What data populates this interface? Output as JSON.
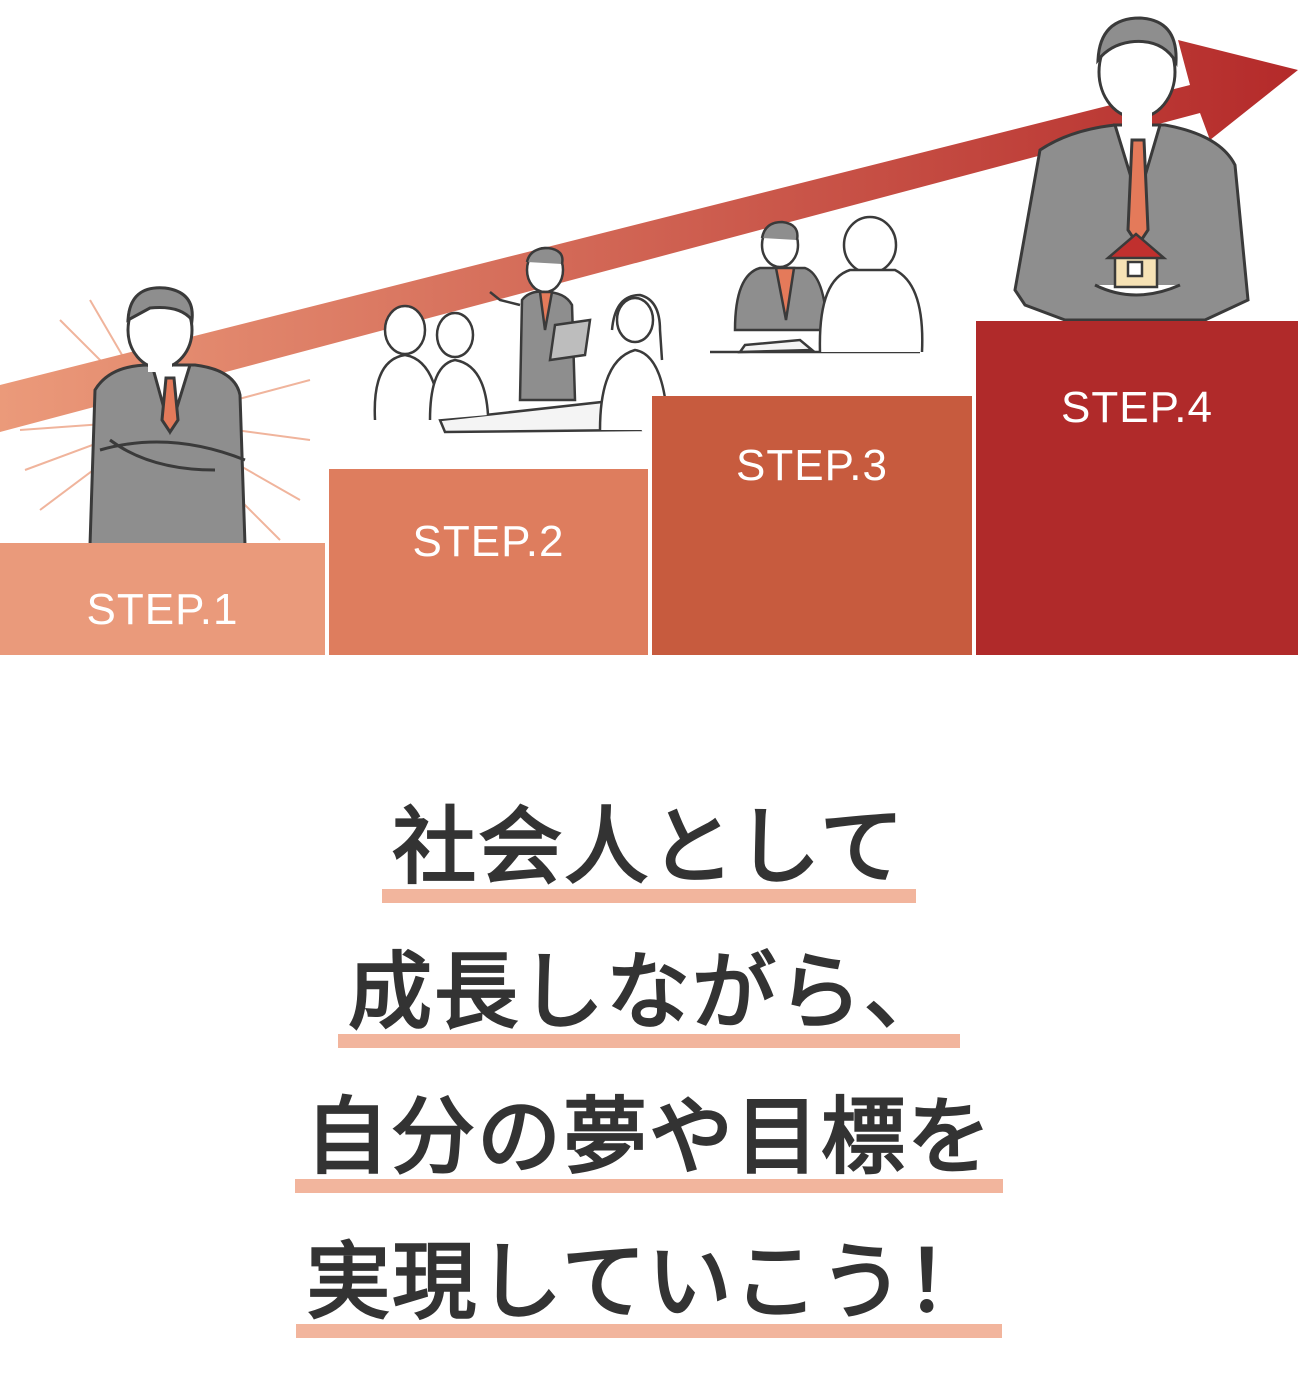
{
  "colors": {
    "step1": "#ea9a7b",
    "step2": "#de7d5e",
    "step3": "#c75b3e",
    "step4": "#b02a2a",
    "arrow_start": "#eb9a7a",
    "arrow_end": "#b42a2a",
    "text": "#333333",
    "underline": "#f2b59d"
  },
  "steps": [
    {
      "label": "STEP.1"
    },
    {
      "label": "STEP.2"
    },
    {
      "label": "STEP.3"
    },
    {
      "label": "STEP.4"
    }
  ],
  "headline": {
    "lines": [
      "社会人として",
      "成長しながら、",
      "自分の夢や目標を",
      "実現していこう！"
    ]
  },
  "icons": [
    "growth-arrow-icon",
    "businessman-arms-crossed-icon",
    "meeting-presentation-icon",
    "consultation-icon",
    "businessman-holding-house-icon",
    "house-icon"
  ]
}
